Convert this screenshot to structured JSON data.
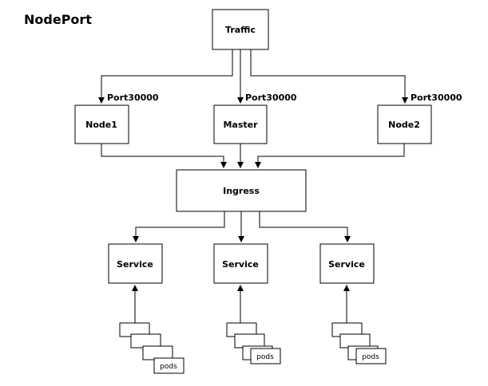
{
  "title": "NodePort",
  "nodes": {
    "traffic": "Traffic",
    "node1": "Node1",
    "master": "Master",
    "node2": "Node2",
    "ingress": "Ingress"
  },
  "ports": [
    "Port30000",
    "Port30000",
    "Port30000"
  ],
  "services": [
    "Service",
    "Service",
    "Service"
  ],
  "pods": [
    "pods",
    "pods",
    "pods"
  ]
}
